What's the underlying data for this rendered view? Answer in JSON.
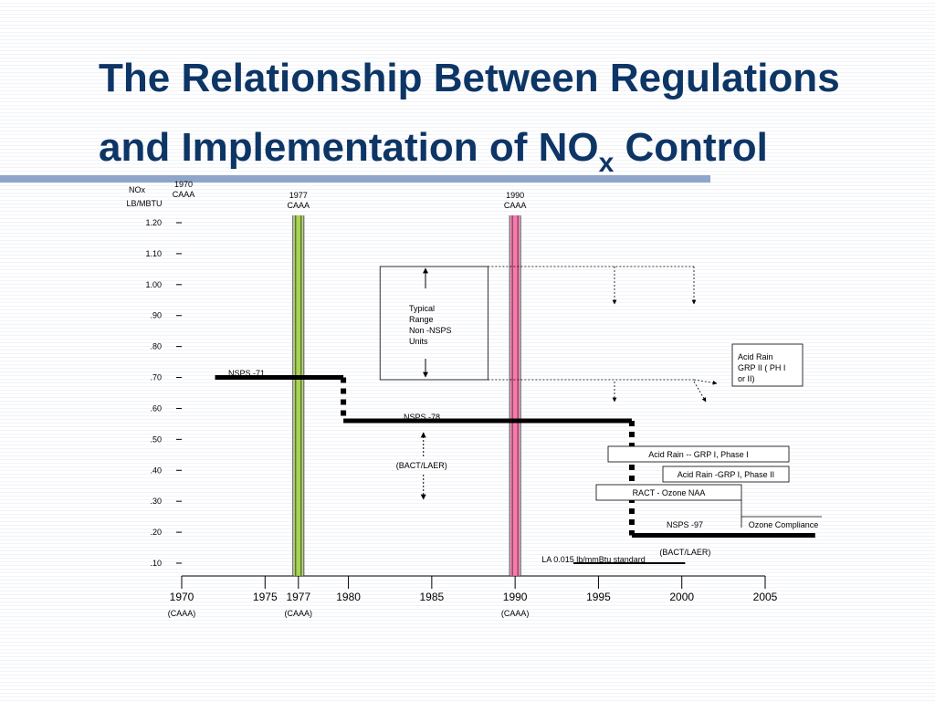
{
  "title": {
    "line1": "The Relationship Between Regulations",
    "line2_main": "and Implementation of NO",
    "line2_sub": "x",
    "line2_end": " Control"
  },
  "colors": {
    "title": "#0d3566",
    "rule": "#8da6c9",
    "caaa_1977_band": "#9acd32",
    "caaa_1990_band": "#ff5fa0"
  },
  "chart_data": {
    "type": "line",
    "ylabel_lines": [
      "NOx",
      "LB/MBTU"
    ],
    "xlim": [
      1970,
      2005
    ],
    "ylim": [
      0.1,
      1.2
    ],
    "x_ticks": [
      {
        "value": 1970,
        "label": "1970",
        "sub": "(CAAA)"
      },
      {
        "value": 1975,
        "label": "1975",
        "sub": ""
      },
      {
        "value": 1977,
        "label": "1977",
        "sub": "(CAAA)"
      },
      {
        "value": 1980,
        "label": "1980",
        "sub": ""
      },
      {
        "value": 1985,
        "label": "1985",
        "sub": ""
      },
      {
        "value": 1990,
        "label": "1990",
        "sub": "(CAAA)"
      },
      {
        "value": 1995,
        "label": "1995",
        "sub": ""
      },
      {
        "value": 2000,
        "label": "2000",
        "sub": ""
      },
      {
        "value": 2005,
        "label": "2005",
        "sub": ""
      }
    ],
    "y_ticks": [
      {
        "value": 1.2,
        "label": "1.20"
      },
      {
        "value": 1.1,
        "label": "1.10"
      },
      {
        "value": 1.0,
        "label": "1.00"
      },
      {
        "value": 0.9,
        "label": ".90"
      },
      {
        "value": 0.8,
        "label": ".80"
      },
      {
        "value": 0.7,
        "label": ".70"
      },
      {
        "value": 0.6,
        "label": ".60"
      },
      {
        "value": 0.5,
        "label": ".50"
      },
      {
        "value": 0.4,
        "label": ".40"
      },
      {
        "value": 0.3,
        "label": ".30"
      },
      {
        "value": 0.2,
        "label": ".20"
      },
      {
        "value": 0.1,
        "label": ".10"
      }
    ],
    "caaa_markers": [
      {
        "year": 1970,
        "label_lines": [
          "1970",
          "CAAA"
        ],
        "band": false
      },
      {
        "year": 1977,
        "label_lines": [
          "1977",
          "CAAA"
        ],
        "band": true
      },
      {
        "year": 1990,
        "label_lines": [
          "1990",
          "CAAA"
        ],
        "band": true
      }
    ],
    "standards": [
      {
        "label": "NSPS  -71",
        "x_start": 1972,
        "x_end": 1979.7,
        "y": 0.7
      },
      {
        "label": "NSPS  -78",
        "x_start": 1979.7,
        "x_end": 1997,
        "y": 0.56
      },
      {
        "label": "NSPS  -97",
        "x_start": 1997,
        "x_end": 2008,
        "y": 0.19
      },
      {
        "label": "LA 0.015 lb/mmBtu standard",
        "x_start": 1993.5,
        "x_end": 2000.2,
        "y": 0.1
      }
    ],
    "bact_laer_labels": [
      {
        "label": "(BACT/LAER)",
        "x": 1984.5,
        "y": 0.45
      },
      {
        "label": "(BACT/LAER)",
        "x": 2000.2,
        "y": 0.14
      }
    ],
    "typical_range": {
      "label_lines": [
        "Typical",
        "Range",
        "Non -NSPS",
        "Units"
      ],
      "x_start": 1982.5,
      "x_end": 1987,
      "y_top": 1.07,
      "y_bottom": 0.71
    },
    "program_boxes": [
      {
        "label": "Acid Rain   -- GRP I, Phase I",
        "x": 1995.7,
        "y": 0.495
      },
      {
        "label": "Acid Rain  -GRP I, Phase II",
        "x": 2000.3,
        "y": 0.43
      },
      {
        "label": "RACT   - Ozone NAA",
        "x": 1994.9,
        "y": 0.37
      },
      {
        "label": "Ozone Compliance",
        "x": 2004.9,
        "y": 0.2
      }
    ],
    "acid_rain_grp2": {
      "label_lines": [
        "Acid Rain",
        "GRP II (  PH  I",
        "or II)"
      ]
    }
  }
}
